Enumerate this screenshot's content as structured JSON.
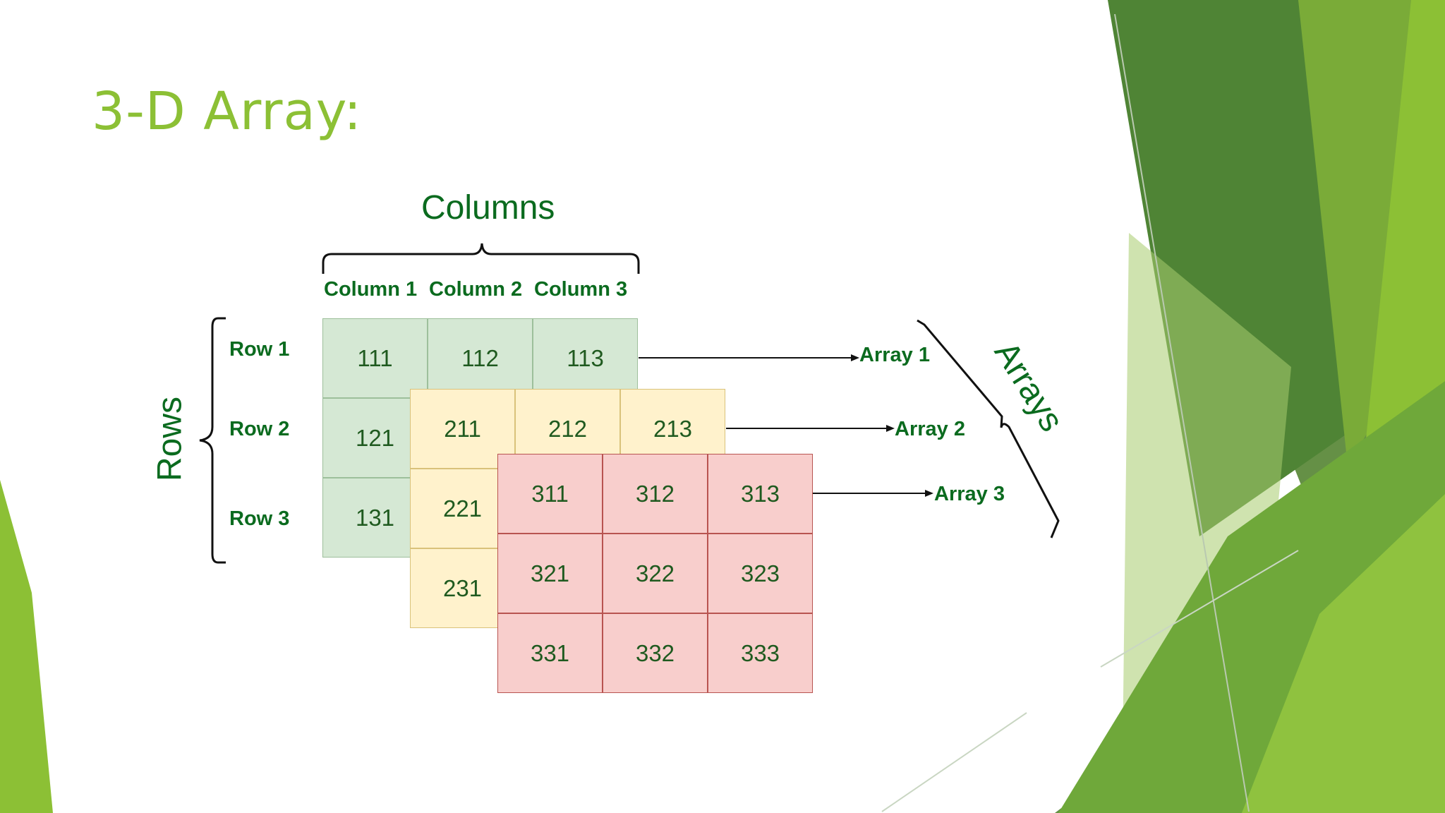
{
  "slide": {
    "title": "3-D Array:",
    "theme_colors": {
      "title": "#8cc035",
      "label_green": "#0b6b1f"
    }
  },
  "diagram": {
    "columns_heading": "Columns",
    "column_labels": [
      "Column 1",
      "Column 2",
      "Column 3"
    ],
    "rows_heading": "Rows",
    "row_labels": [
      "Row 1",
      "Row 2",
      "Row 3"
    ],
    "arrays_heading": "Arrays",
    "array_labels": [
      "Array 1",
      "Array 2",
      "Array 3"
    ],
    "arrays": [
      {
        "color": "#d5e8d4",
        "cells": [
          [
            "111",
            "112",
            "113"
          ],
          [
            "121",
            "",
            ""
          ],
          [
            "131",
            "",
            ""
          ]
        ]
      },
      {
        "color": "#fff2cc",
        "cells": [
          [
            "211",
            "212",
            "213"
          ],
          [
            "221",
            "",
            ""
          ],
          [
            "231",
            "",
            ""
          ]
        ]
      },
      {
        "color": "#f8cecc",
        "cells": [
          [
            "311",
            "312",
            "313"
          ],
          [
            "321",
            "322",
            "323"
          ],
          [
            "331",
            "332",
            "333"
          ]
        ]
      }
    ]
  }
}
